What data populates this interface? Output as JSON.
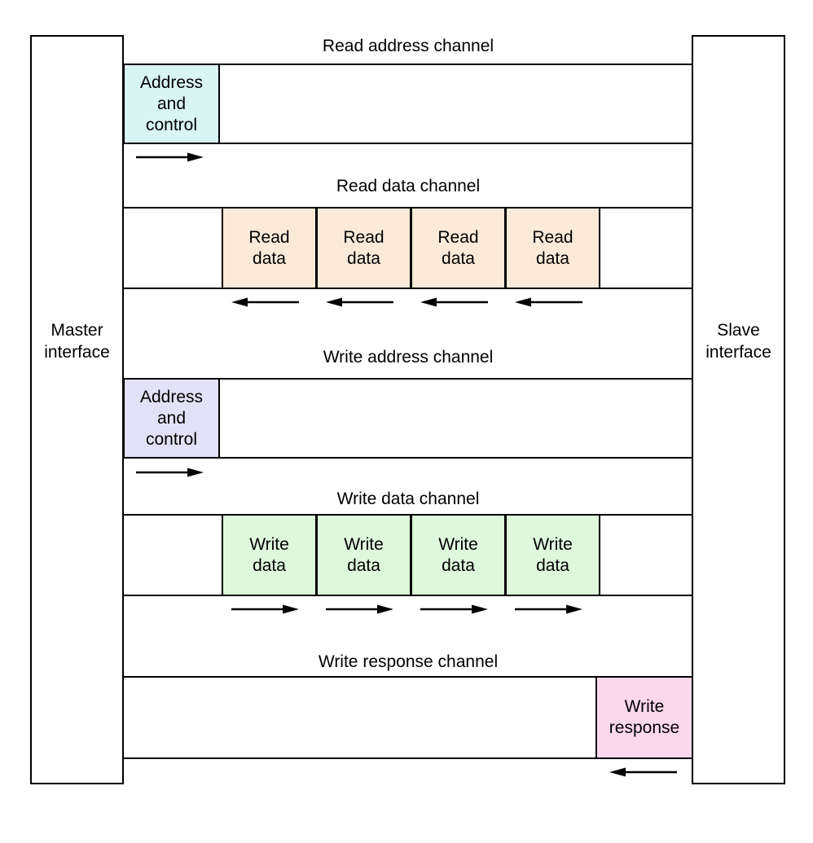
{
  "master": {
    "line1": "Master",
    "line2": "interface"
  },
  "slave": {
    "line1": "Slave",
    "line2": "interface"
  },
  "channels": [
    {
      "title": "Read address channel",
      "box": {
        "lines": [
          "Address",
          "and",
          "control"
        ],
        "color": "#d8f5f3"
      },
      "arrow_direction": "right"
    },
    {
      "title": "Read data channel",
      "boxes": [
        {
          "lines": [
            "Read",
            "data"
          ],
          "color": "#fcead8"
        },
        {
          "lines": [
            "Read",
            "data"
          ],
          "color": "#fcead8"
        },
        {
          "lines": [
            "Read",
            "data"
          ],
          "color": "#fcead8"
        },
        {
          "lines": [
            "Read",
            "data"
          ],
          "color": "#fcead8"
        }
      ],
      "arrow_direction": "left"
    },
    {
      "title": "Write address channel",
      "box": {
        "lines": [
          "Address",
          "and",
          "control"
        ],
        "color": "#e2e1f7"
      },
      "arrow_direction": "right"
    },
    {
      "title": "Write data channel",
      "boxes": [
        {
          "lines": [
            "Write",
            "data"
          ],
          "color": "#def8dc"
        },
        {
          "lines": [
            "Write",
            "data"
          ],
          "color": "#def8dc"
        },
        {
          "lines": [
            "Write",
            "data"
          ],
          "color": "#def8dc"
        },
        {
          "lines": [
            "Write",
            "data"
          ],
          "color": "#def8dc"
        }
      ],
      "arrow_direction": "right"
    },
    {
      "title": "Write response channel",
      "box": {
        "lines": [
          "Write",
          "response"
        ],
        "color": "#fbd8ec"
      },
      "arrow_direction": "left"
    }
  ],
  "colors": {
    "line": "#000000",
    "background": "#ffffff",
    "read_address_box": "#d8f5f3",
    "read_data_box": "#fcead8",
    "write_address_box": "#e2e1f7",
    "write_data_box": "#def8dc",
    "write_response_box": "#fbd8ec"
  }
}
